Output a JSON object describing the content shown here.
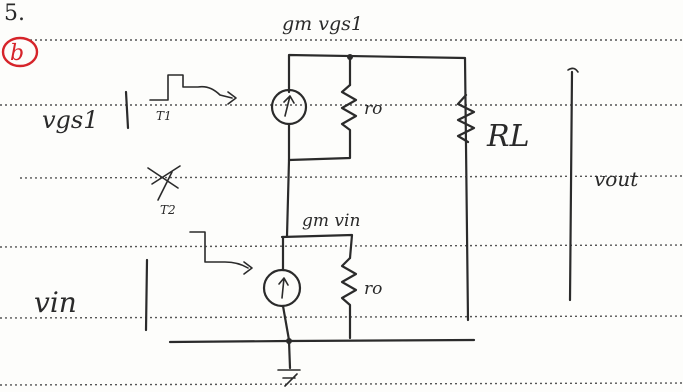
{
  "page_number": "5.",
  "circle_mark": "b",
  "labels": {
    "top_source": "gm vgs1",
    "vgs1": "vgs1",
    "t1": "T1",
    "ro_top": "ro",
    "rl": "RL",
    "vout": "vout",
    "t2": "T2",
    "mid_source": "gm vin",
    "vin": "vin",
    "ro_bottom": "ro"
  },
  "colors": {
    "ink": "#2b2b2b",
    "red_mark": "#d6242a",
    "paper": "#fdfdfb"
  }
}
